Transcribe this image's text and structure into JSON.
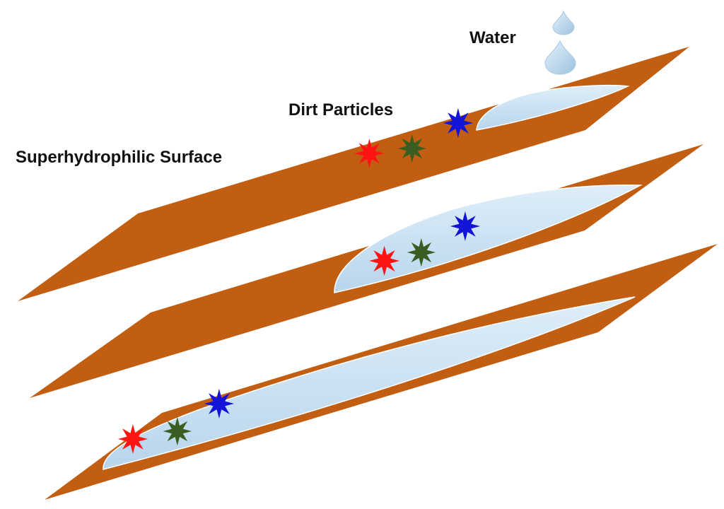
{
  "labels": {
    "water": "Water",
    "dirt": "Dirt Particles",
    "surface": "Superhydrophilic Surface"
  },
  "colors": {
    "surface": "#c25e12",
    "surface_edge": "#a44c0c",
    "water": "#c6def0",
    "water_edge": "#8fb8d8",
    "particle_red": "#ff1414",
    "particle_green": "#3a5e22",
    "particle_blue": "#1414d8"
  },
  "panels": [
    {
      "stage": 1,
      "water_state": "droplet sliding",
      "particles": [
        "particle_red",
        "particle_green",
        "particle_blue"
      ]
    },
    {
      "stage": 2,
      "water_state": "film collecting particles",
      "particles": [
        "particle_red",
        "particle_green",
        "particle_blue"
      ]
    },
    {
      "stage": 3,
      "water_state": "film carrying particles away",
      "particles": [
        "particle_red",
        "particle_green",
        "particle_blue"
      ]
    }
  ],
  "droplets": [
    "water-drop-small",
    "water-drop-large"
  ]
}
